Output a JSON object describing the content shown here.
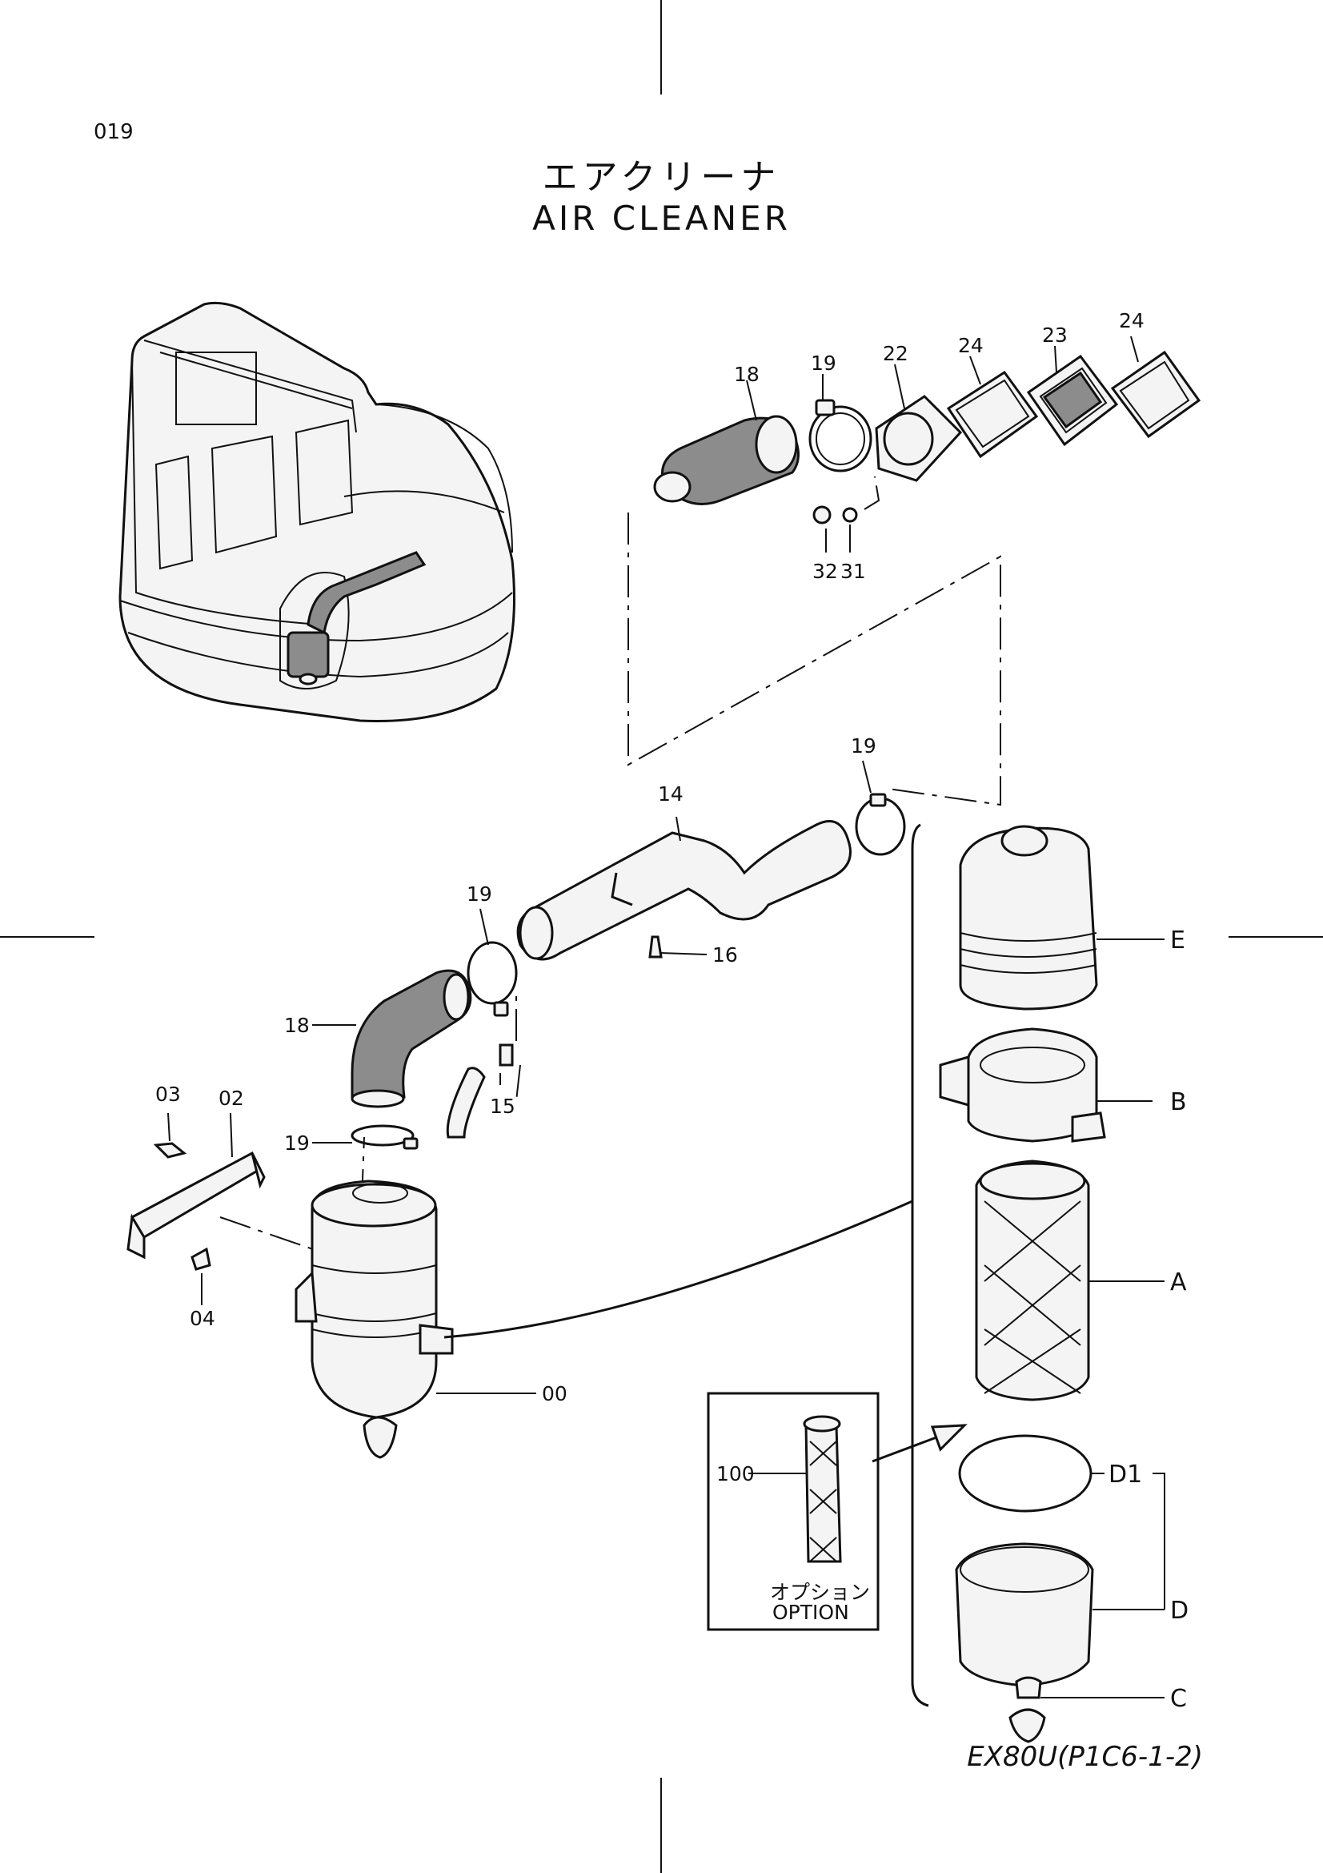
{
  "page_number": "019",
  "title_jp": "エアクリーナ",
  "title_en": "AIR  CLEANER",
  "model_code": "EX80U(P1C6-1-2)",
  "option": {
    "label_jp": "オプション",
    "label_en": "OPTION"
  },
  "callouts": {
    "n00": "00",
    "n02": "02",
    "n03": "03",
    "n04": "04",
    "n14": "14",
    "n15": "15",
    "n16": "16",
    "n18_top": "18",
    "n18_mid": "18",
    "n19_top": "19",
    "n19_pipe_right": "19",
    "n19_pipe_left": "19",
    "n19_lower": "19",
    "n22": "22",
    "n23": "23",
    "n24_left": "24",
    "n24_right": "24",
    "n31": "31",
    "n32": "32",
    "n100": "100",
    "E": "E",
    "B": "B",
    "A": "A",
    "D1": "D1",
    "D": "D",
    "C": "C"
  }
}
